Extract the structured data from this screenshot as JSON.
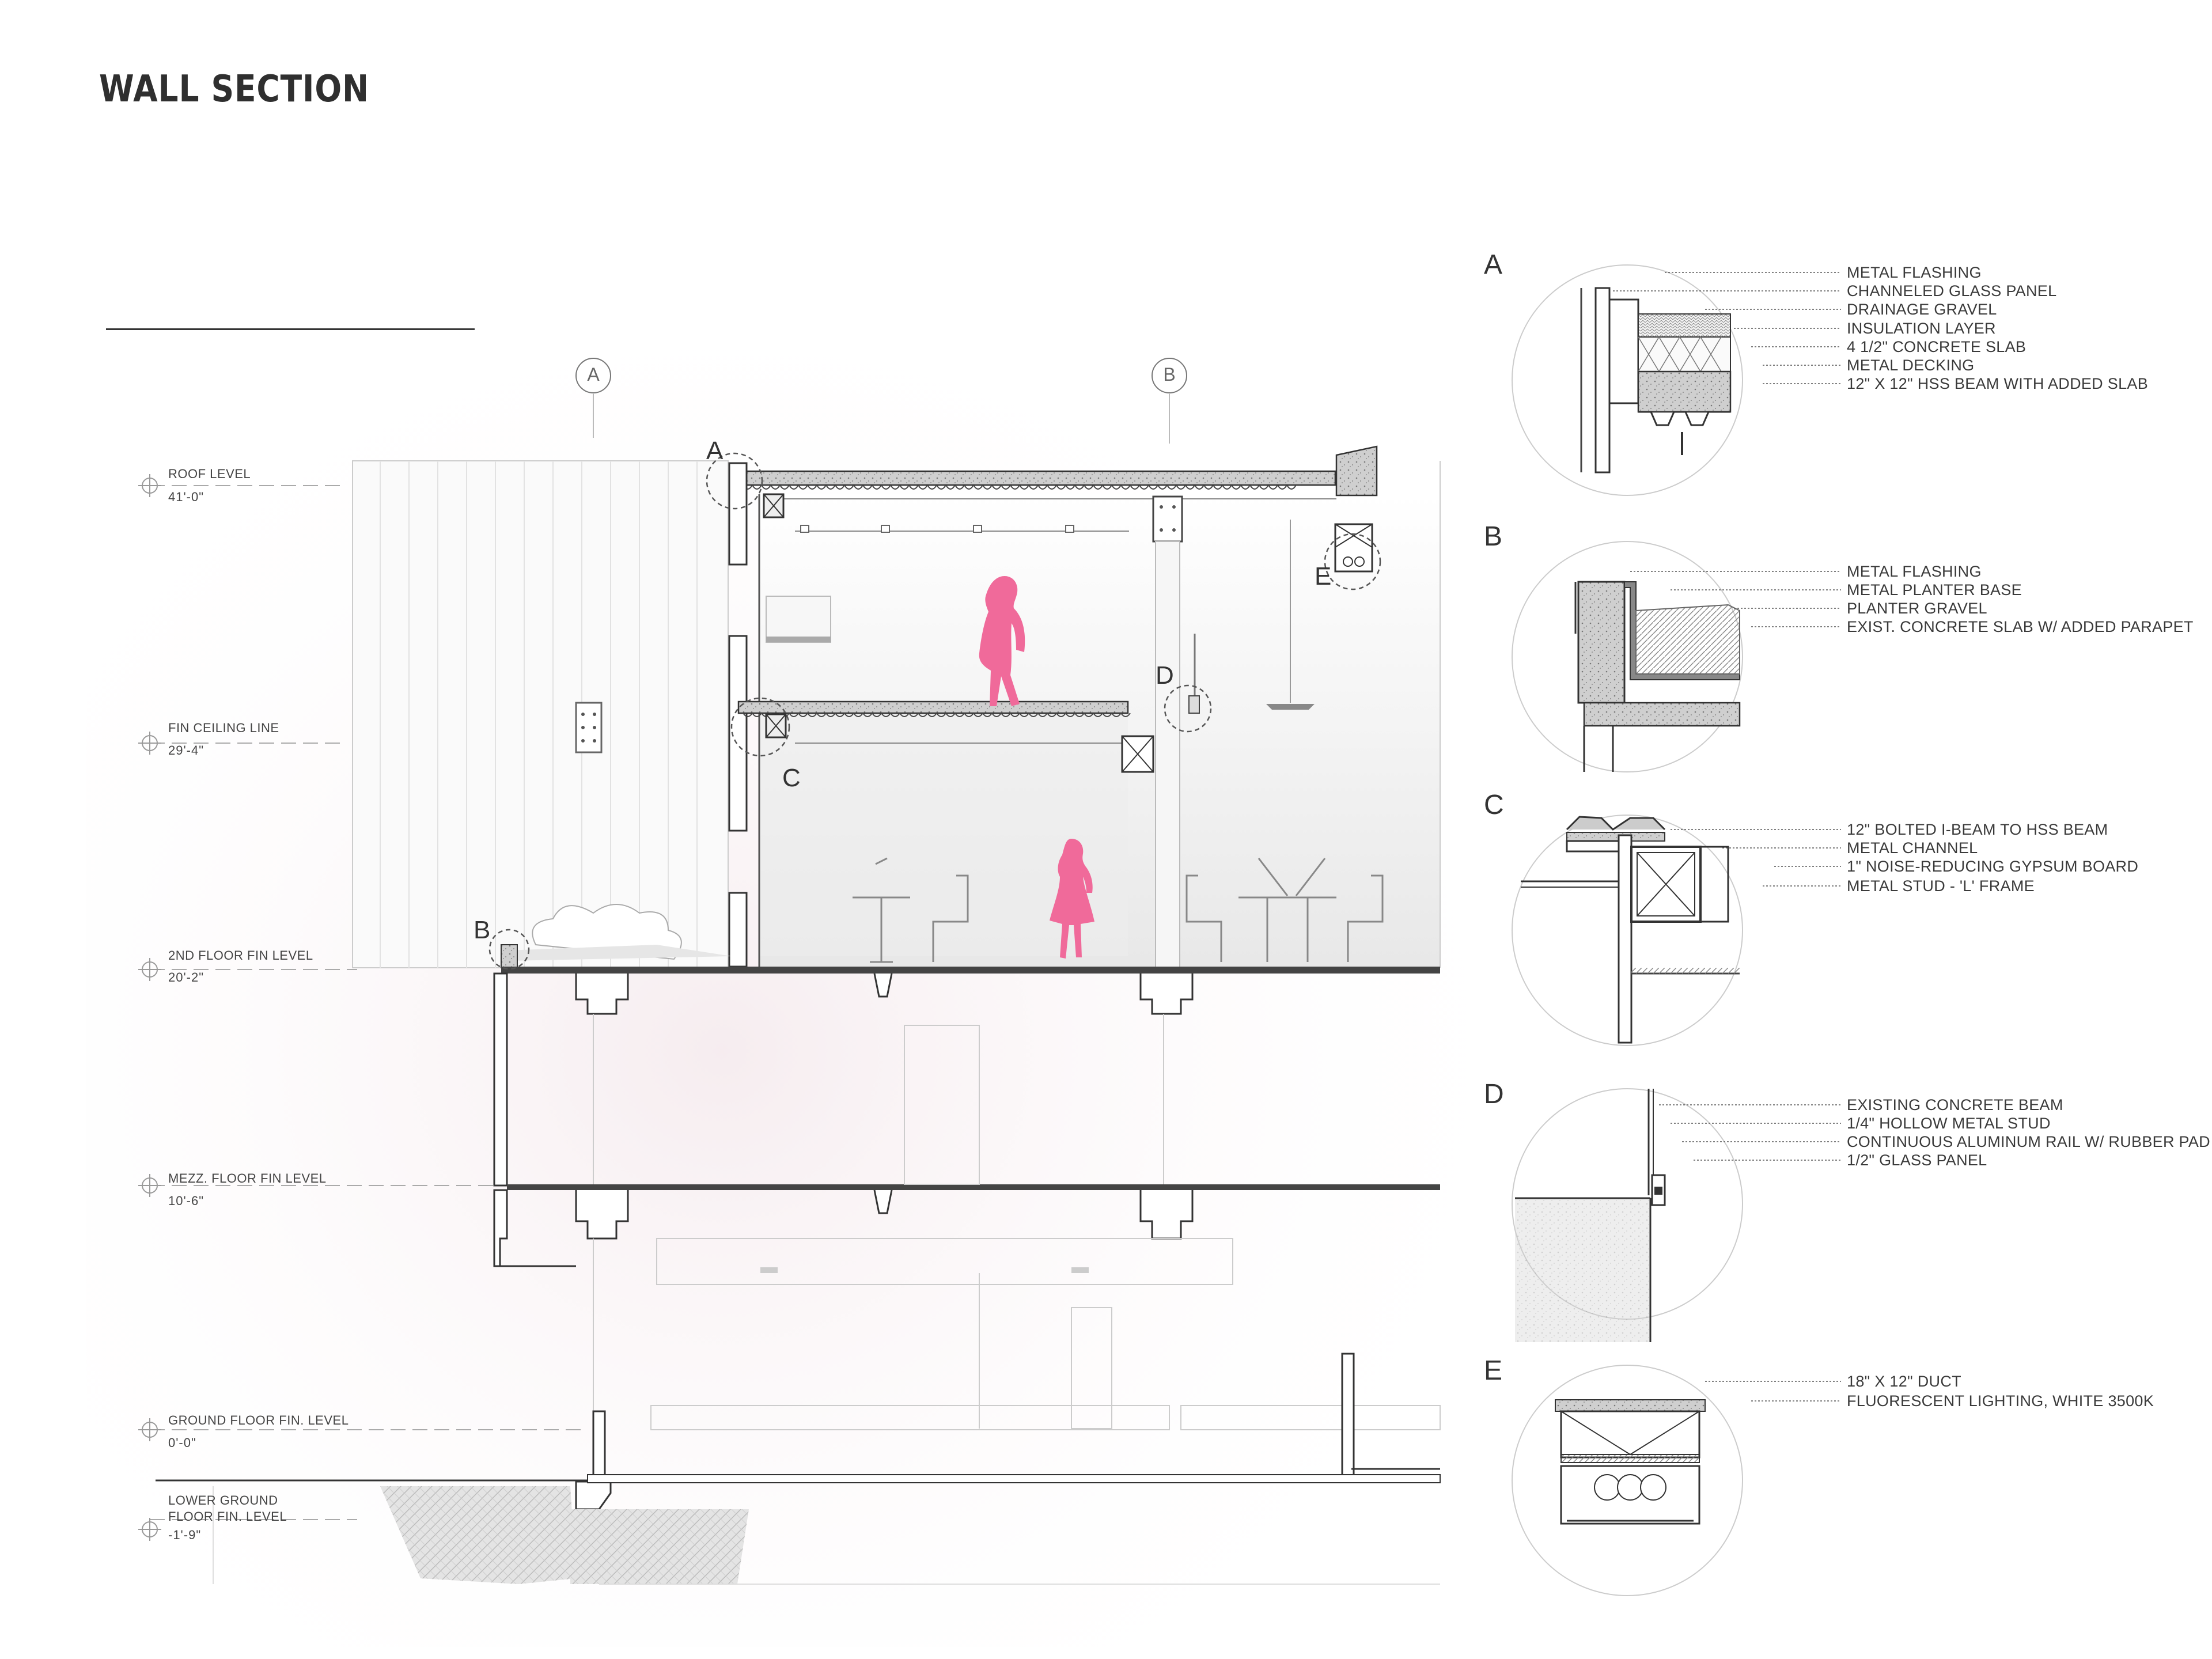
{
  "title": "WALL SECTION",
  "grid_labels": [
    "A",
    "B"
  ],
  "levels": [
    {
      "name": "ROOF LEVEL",
      "value": "41'-0\""
    },
    {
      "name": "FIN CEILING LINE",
      "value": "29'-4\""
    },
    {
      "name": "2ND FLOOR FIN LEVEL",
      "value": "20'-2\""
    },
    {
      "name": "MEZZ. FLOOR FIN LEVEL",
      "value": "10'-6\""
    },
    {
      "name": "GROUND FLOOR FIN. LEVEL",
      "value": "0'-0\""
    },
    {
      "name": "LOWER GROUND",
      "name2": "FLOOR FIN. LEVEL",
      "value": "-1'-9\""
    }
  ],
  "callouts": [
    "A",
    "B",
    "C",
    "D",
    "E"
  ],
  "details": [
    {
      "letter": "A",
      "notes": [
        "METAL FLASHING",
        "CHANNELED GLASS PANEL",
        "DRAINAGE GRAVEL",
        "INSULATION LAYER",
        "4 1/2\" CONCRETE SLAB",
        "METAL DECKING",
        "12\" X 12\" HSS BEAM WITH ADDED SLAB"
      ]
    },
    {
      "letter": "B",
      "notes": [
        "METAL FLASHING",
        "METAL PLANTER BASE",
        "PLANTER GRAVEL",
        "EXIST. CONCRETE SLAB W/ ADDED PARAPET"
      ]
    },
    {
      "letter": "C",
      "notes": [
        "12\" BOLTED I-BEAM TO HSS BEAM",
        "METAL CHANNEL",
        "1\" NOISE-REDUCING GYPSUM BOARD",
        "METAL STUD - 'L' FRAME"
      ]
    },
    {
      "letter": "D",
      "notes": [
        "EXISTING CONCRETE BEAM",
        "1/4\" HOLLOW METAL STUD",
        "CONTINUOUS ALUMINUM RAIL W/ RUBBER PAD",
        "1/2\" GLASS PANEL"
      ]
    },
    {
      "letter": "E",
      "notes": [
        "18\" X 12\" DUCT",
        "FLUORESCENT LIGHTING, WHITE 3500K"
      ]
    }
  ],
  "colors": {
    "figure": "#f06a9a",
    "line": "#333333",
    "light_line": "#999999"
  }
}
